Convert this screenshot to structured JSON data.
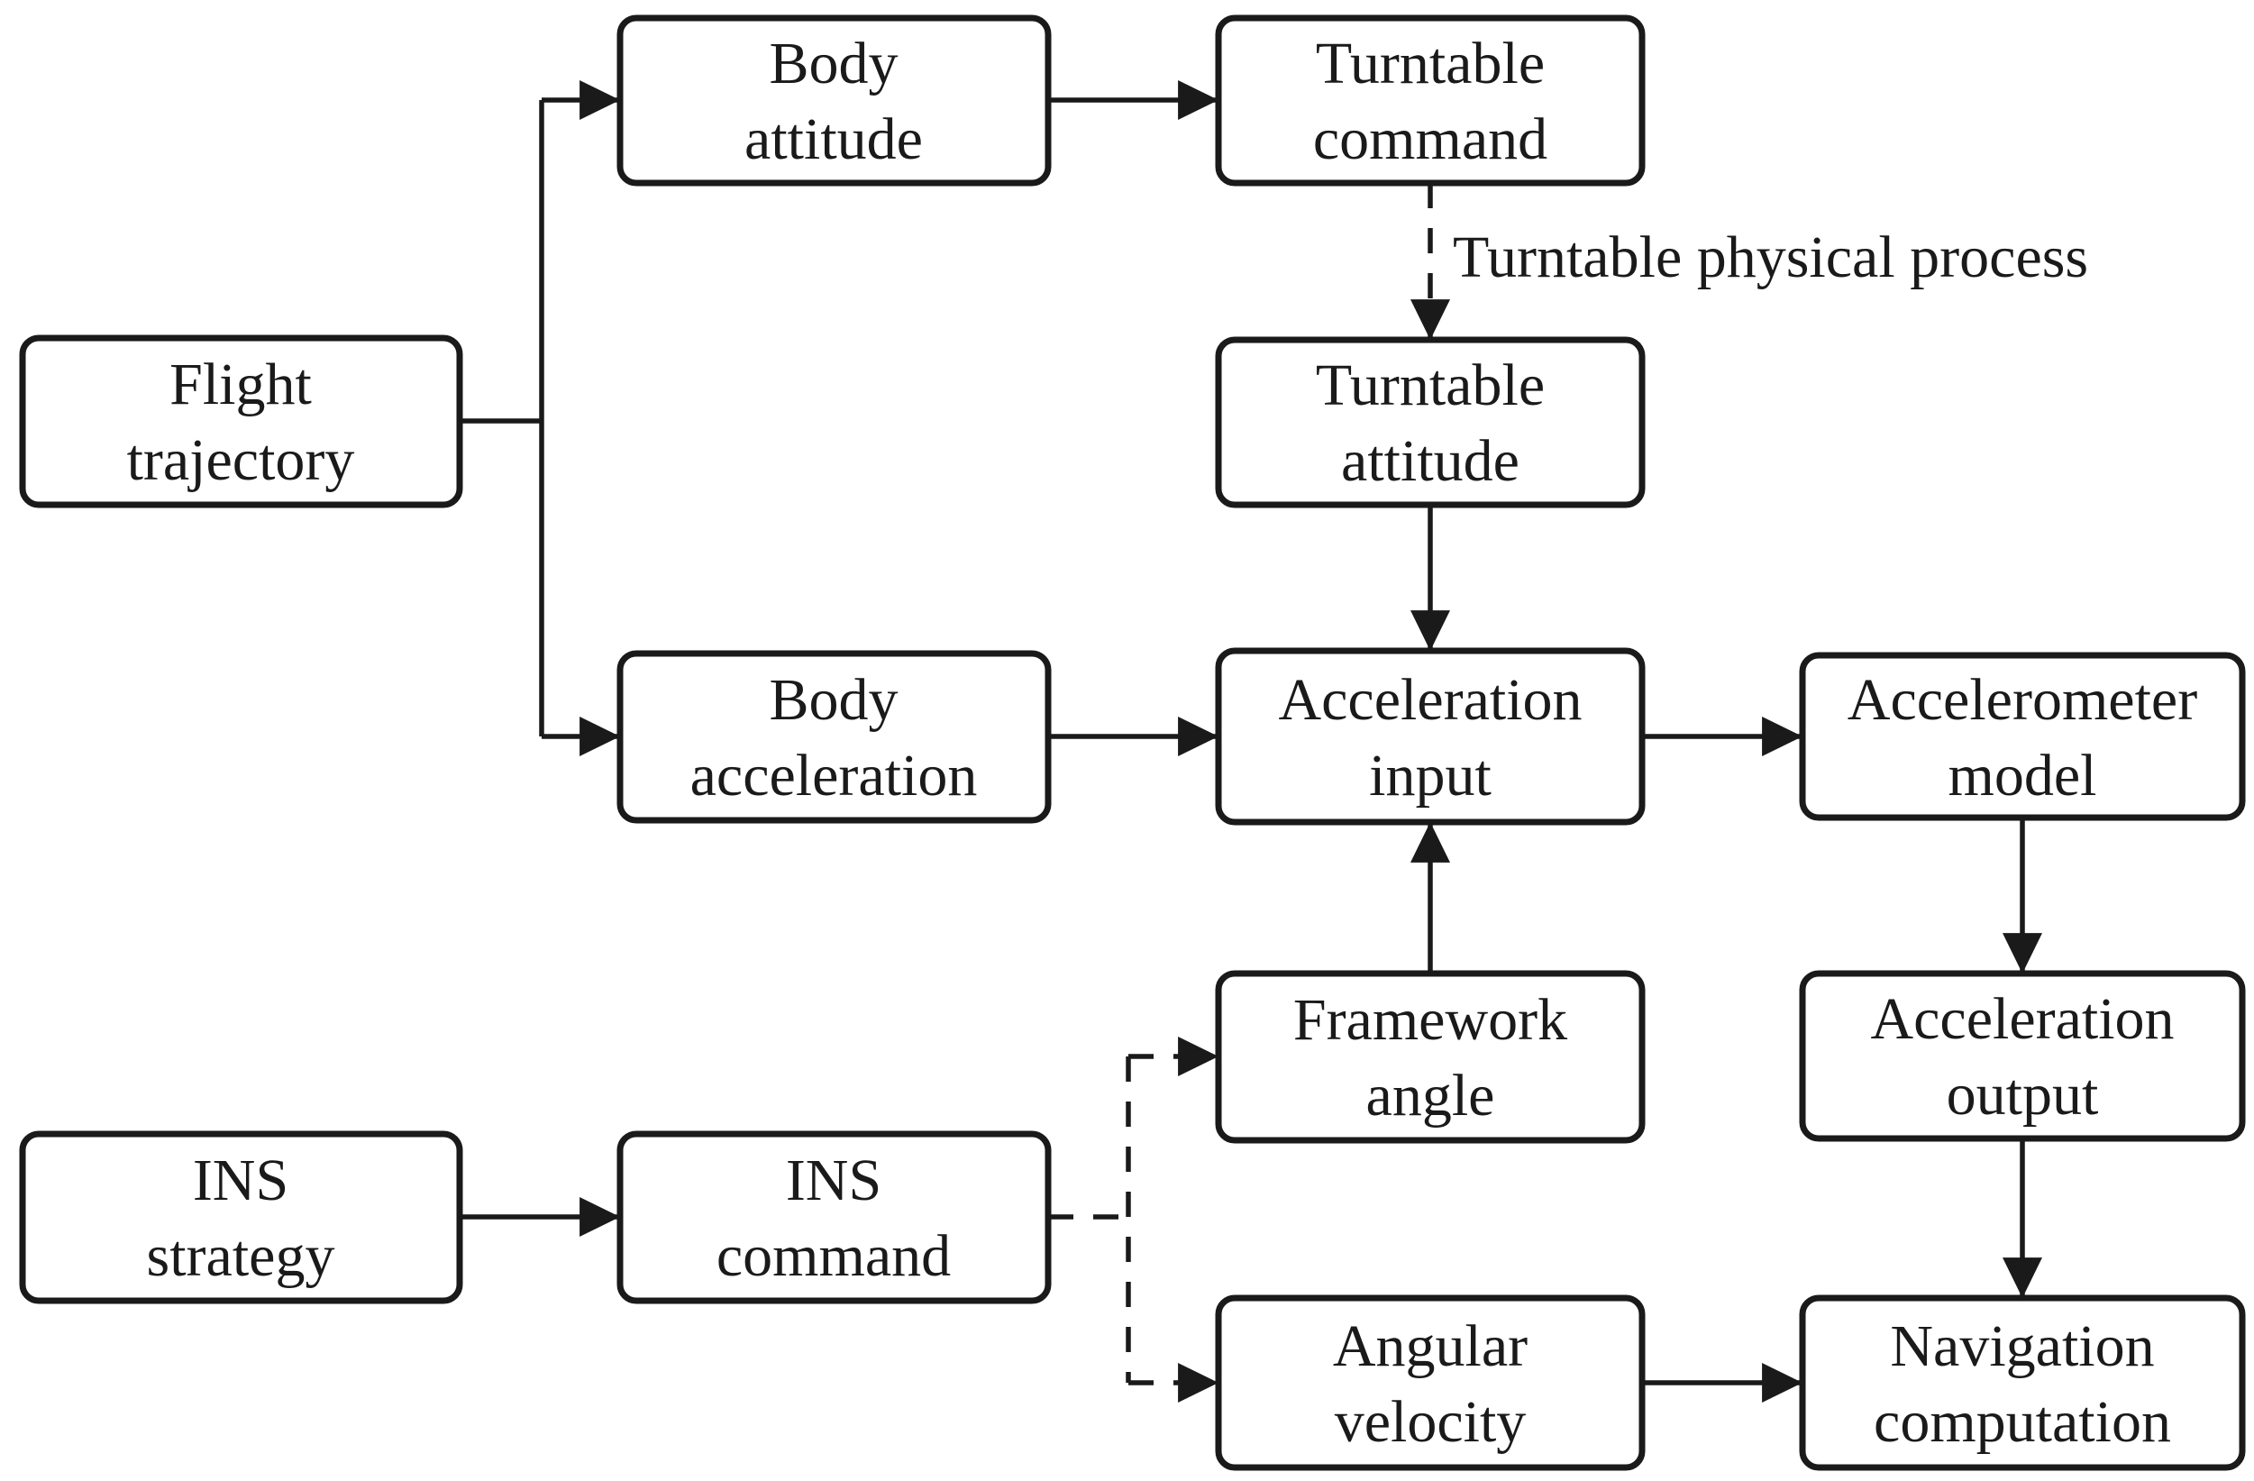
{
  "figure": {
    "background": "#ffffff",
    "ink": "#1a1a1a",
    "nodes": {
      "flight_trajectory": {
        "line1": "Flight",
        "line2": "trajectory"
      },
      "body_attitude": {
        "line1": "Body",
        "line2": "attitude"
      },
      "turntable_command": {
        "line1": "Turntable",
        "line2": "command"
      },
      "turntable_attitude": {
        "line1": "Turntable",
        "line2": "attitude"
      },
      "body_acceleration": {
        "line1": "Body",
        "line2": "acceleration"
      },
      "acceleration_input": {
        "line1": "Acceleration",
        "line2": "input"
      },
      "accelerometer_model": {
        "line1": "Accelerometer",
        "line2": "model"
      },
      "framework_angle": {
        "line1": "Framework",
        "line2": "angle"
      },
      "acceleration_output": {
        "line1": "Acceleration",
        "line2": "output"
      },
      "ins_strategy": {
        "line1": "INS",
        "line2": "strategy"
      },
      "ins_command": {
        "line1": "INS",
        "line2": "command"
      },
      "angular_velocity": {
        "line1": "Angular",
        "line2": "velocity"
      },
      "navigation_computation": {
        "line1": "Navigation",
        "line2": "computation"
      }
    },
    "labels": {
      "turntable_physical_process": "Turntable physical process"
    }
  }
}
